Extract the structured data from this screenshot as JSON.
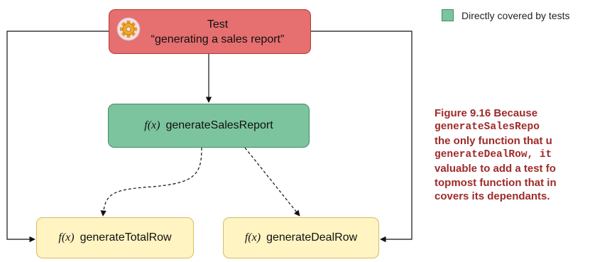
{
  "nodes": {
    "test": {
      "line1": "Test",
      "line2": "“generating a sales report”",
      "icon": "gear-icon"
    },
    "generate_sales_report": {
      "fx": "f(x)",
      "label": "generateSalesReport"
    },
    "generate_total_row": {
      "fx": "f(x)",
      "label": "generateTotalRow"
    },
    "generate_deal_row": {
      "fx": "f(x)",
      "label": "generateDealRow"
    }
  },
  "legend": {
    "label": "Directly covered by tests",
    "color": "#7cc49e"
  },
  "caption": {
    "line1": "Figure 9.16 Because",
    "line2": "generateSalesRepo",
    "line3": "the only function that u",
    "line4": "generateDealRow, it",
    "line5": "valuable to add a test fo",
    "line6": "topmost function that in",
    "line7": "covers its dependants."
  },
  "colors": {
    "test_fill": "#e66f6f",
    "covered_fill": "#7cc49e",
    "dependant_fill": "#fff4c2",
    "caption_text": "#9e2a2a"
  }
}
